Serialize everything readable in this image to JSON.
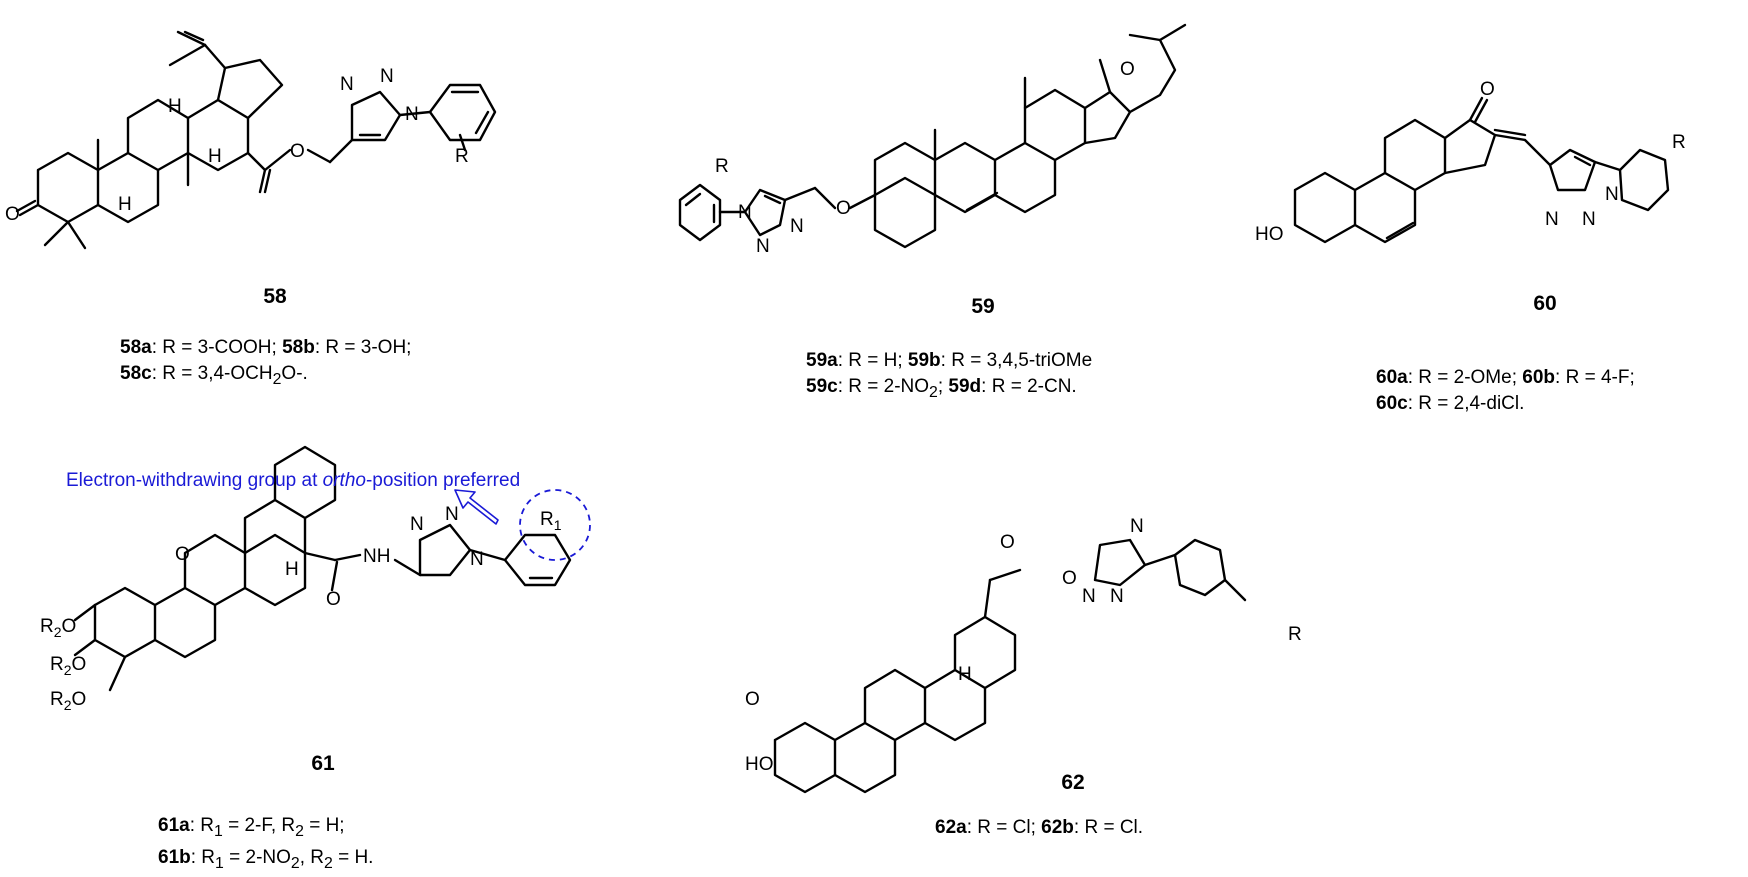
{
  "compounds": [
    {
      "id": "58",
      "defs": [
        [
          {
            "b": "58a"
          },
          {
            "t": ": R = 3-COOH; "
          },
          {
            "b": "58b"
          },
          {
            "t": ": R = 3-OH;"
          }
        ],
        [
          {
            "b": "58c"
          },
          {
            "t": ": R = 3,4-OCH"
          },
          {
            "sub": "2"
          },
          {
            "t": "O-."
          }
        ]
      ]
    },
    {
      "id": "59",
      "defs": [
        [
          {
            "b": "59a"
          },
          {
            "t": ": R = H; "
          },
          {
            "b": "59b"
          },
          {
            "t": ": R = 3,4,5-triOMe"
          }
        ],
        [
          {
            "b": "59c"
          },
          {
            "t": ": R = 2-NO"
          },
          {
            "sub": "2"
          },
          {
            "t": "; "
          },
          {
            "b": "59d"
          },
          {
            "t": ": R = 2-CN."
          }
        ]
      ]
    },
    {
      "id": "60",
      "defs": [
        [
          {
            "b": "60a"
          },
          {
            "t": ": R = 2-OMe; "
          },
          {
            "b": "60b"
          },
          {
            "t": ": R = 4-F;"
          }
        ],
        [
          {
            "b": "60c"
          },
          {
            "t": ": R = 2,4-diCl."
          }
        ]
      ]
    },
    {
      "id": "61",
      "defs": [
        [
          {
            "b": "61a"
          },
          {
            "t": ": R"
          },
          {
            "sub": "1"
          },
          {
            "t": " = 2-F, R"
          },
          {
            "sub": "2"
          },
          {
            "t": " = H;"
          }
        ],
        [
          {
            "b": "61b"
          },
          {
            "t": ": R"
          },
          {
            "sub": "1"
          },
          {
            "t": " = 2-NO"
          },
          {
            "sub": "2"
          },
          {
            "t": ", R"
          },
          {
            "sub": "2"
          },
          {
            "t": " = H."
          }
        ]
      ]
    },
    {
      "id": "62",
      "defs": [
        [
          {
            "b": "62a"
          },
          {
            "t": ": R = Cl; "
          },
          {
            "b": "62b"
          },
          {
            "t": ": R = Cl."
          }
        ]
      ]
    }
  ],
  "annotation": {
    "before": "Electron-withdrawing group at ",
    "italic": "ortho",
    "after": "-position preferred",
    "color": "#1a1ad6"
  },
  "atoms": {
    "N": "N",
    "O": "O",
    "H": "H",
    "R": "R",
    "R1": "R",
    "sub1": "1",
    "R2": "R",
    "sub2": "2",
    "HO": "HO",
    "NH": "NH"
  }
}
